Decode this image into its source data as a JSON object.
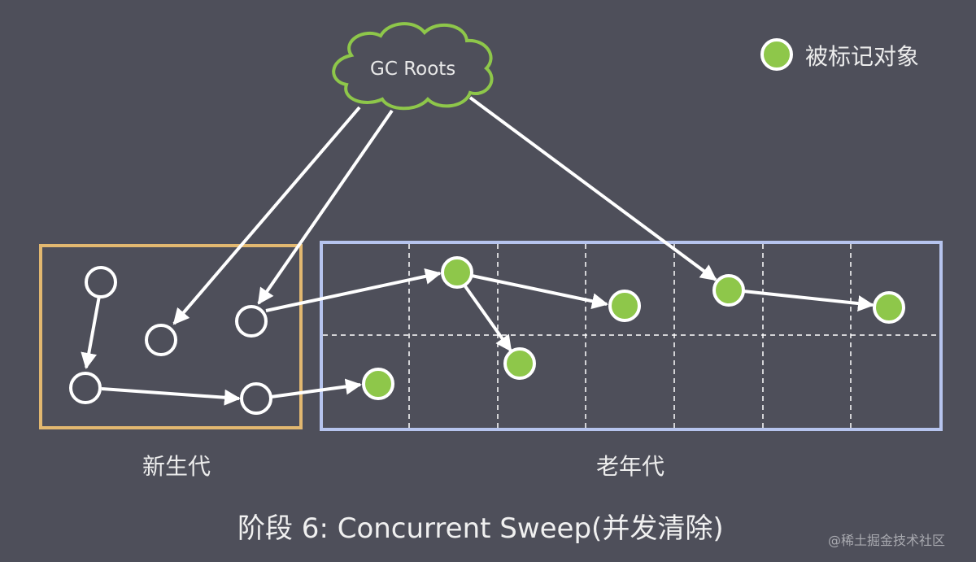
{
  "gc_roots": {
    "label": "GC Roots"
  },
  "legend": {
    "label": "被标记对象"
  },
  "regions": {
    "young": {
      "label": "新生代",
      "color": "#e2b870"
    },
    "old": {
      "label": "老年代",
      "color": "#b6c4ee"
    }
  },
  "caption": "阶段 6: Concurrent Sweep(并发清除)",
  "watermark": "@稀土掘金技术社区",
  "colors": {
    "background": "#4e4f5a",
    "marked": "#8ec74a",
    "cloud_stroke": "#8ec74a",
    "arrow": "#ffffff"
  }
}
